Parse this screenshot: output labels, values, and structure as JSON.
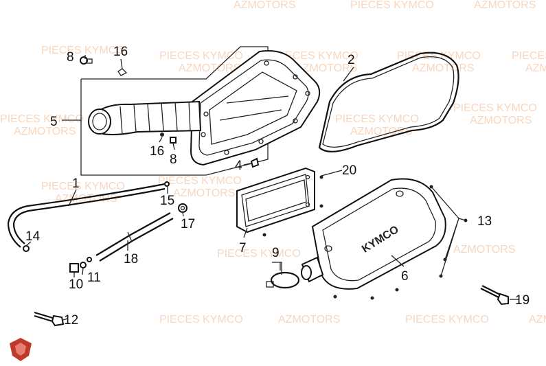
{
  "watermarks": [
    {
      "text": "AZMOTORS"
    },
    {
      "text": "PIECES KYMCO"
    },
    {
      "text": "AZMOTORS"
    },
    {
      "text": "PIECES KYMCO"
    },
    {
      "text": "PIECES KYMCO"
    },
    {
      "text": "AZMOTORS"
    },
    {
      "text": "PIECES KYMCO"
    },
    {
      "text": "AZMOTORS"
    },
    {
      "text": "PIECES KYMCO"
    },
    {
      "text": "AZMOTORS"
    },
    {
      "text": "PIECES KYMCO"
    },
    {
      "text": "AZMOTORS"
    },
    {
      "text": "PIECES KYMCO"
    },
    {
      "text": "AZMOTORS"
    },
    {
      "text": "PIECES KYMCO"
    },
    {
      "text": "AZMOTORS"
    },
    {
      "text": "PIECES KYMCO"
    },
    {
      "text": "AZMOTORS"
    },
    {
      "text": "PIECES KYMCO"
    },
    {
      "text": "AZMOTORS"
    },
    {
      "text": "PIECES KYMCO"
    },
    {
      "text": "AZMOTORS"
    },
    {
      "text": "PIECES KYMCO"
    },
    {
      "text": "AZMOTORS"
    },
    {
      "text": "PIECES KYMCO"
    },
    {
      "text": "AZMOTORS"
    },
    {
      "text": "PIECES KYMCO"
    },
    {
      "text": "AZMOTORS"
    }
  ],
  "brand_text": "KYMCO",
  "parts": {
    "p1": "1",
    "p2": "2",
    "p4": "4",
    "p5": "5",
    "p6": "6",
    "p7": "7",
    "p8a": "8",
    "p8b": "8",
    "p9": "9",
    "p10": "10",
    "p11": "11",
    "p12": "12",
    "p13": "13",
    "p14": "14",
    "p15": "15",
    "p16a": "16",
    "p16b": "16",
    "p17": "17",
    "p18": "18",
    "p19": "19",
    "p20": "20"
  },
  "colors": {
    "line": "#111111",
    "watermark": "#f6c9a8",
    "logo": "#c0392b"
  },
  "icons": {
    "logo": "azmotors-logo-icon"
  }
}
